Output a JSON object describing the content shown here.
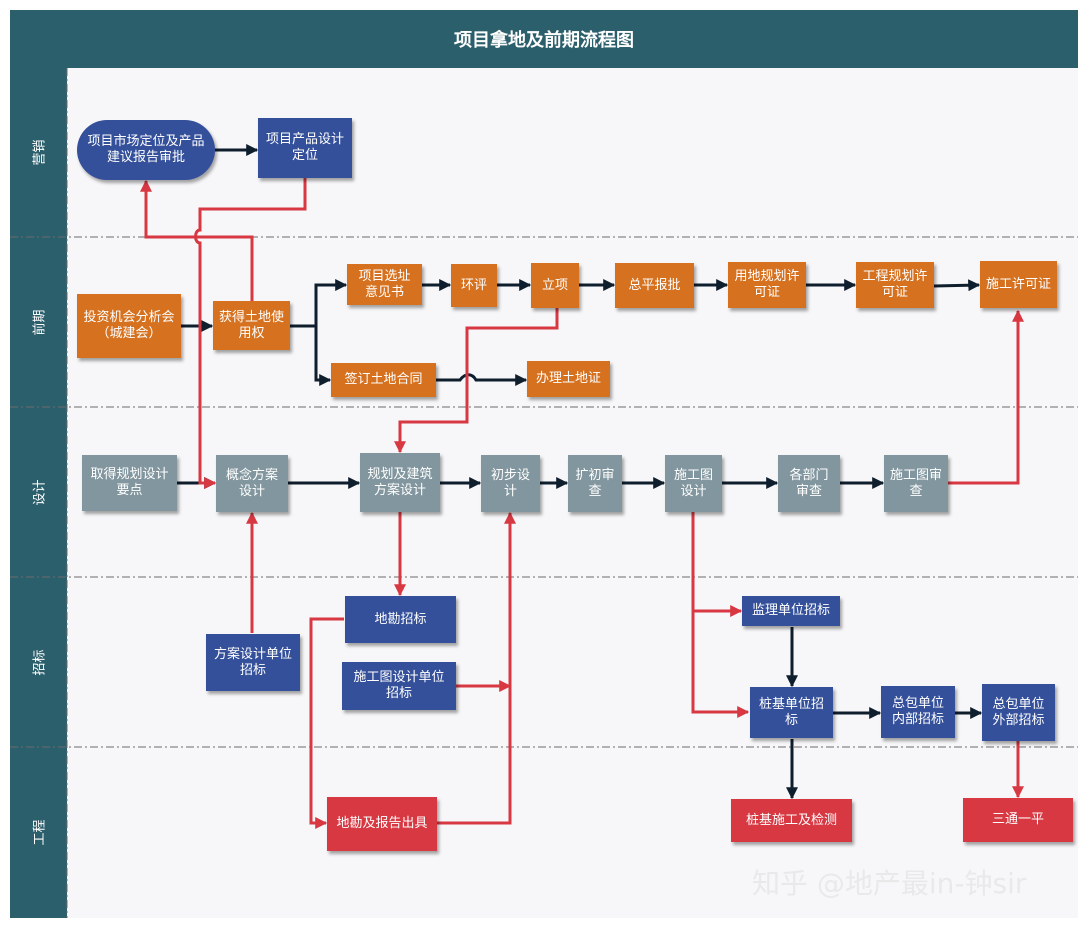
{
  "title": "项目拿地及前期流程图",
  "lanes": [
    "营销",
    "前期",
    "设计",
    "招标",
    "工程"
  ],
  "nodes": {
    "market_review": "项目市场定位及产品建议报告审批",
    "product_design": "项目产品设计定位",
    "invest_analysis": "投资机会分析会（城建会）",
    "land_right": "获得土地使用权",
    "site_opinion": "项目选址意见书",
    "env_assess": "环评",
    "project_approval": "立项",
    "master_plan": "总平报批",
    "land_permit": "用地规划许可证",
    "eng_permit": "工程规划许可证",
    "construct_permit": "施工许可证",
    "land_contract": "签订土地合同",
    "land_cert": "办理土地证",
    "plan_points": "取得规划设计要点",
    "concept_design": "概念方案设计",
    "arch_design": "规划及建筑方案设计",
    "prelim_design": "初步设计",
    "expand_review": "扩初审查",
    "cons_drawing": "施工图设计",
    "dept_review": "各部门审查",
    "drawing_review": "施工图审查",
    "survey_tender": "地勘招标",
    "scheme_tender": "方案设计单位招标",
    "drawing_tender": "施工图设计单位招标",
    "supervise_tender": "监理单位招标",
    "pile_tender": "桩基单位招标",
    "gc_internal": "总包单位内部招标",
    "gc_external": "总包单位外部招标",
    "survey_report": "地勘及报告出具",
    "pile_work": "桩基施工及检测",
    "three_one": "三通一平"
  },
  "colors": {
    "header": "#2c5f6c",
    "blue": "#34509a",
    "orange": "#d5711f",
    "grey": "#81969e",
    "red": "#d73842",
    "dark_arrow": "#0f1e2d",
    "red_arrow": "#d73842"
  },
  "watermark": "知乎 @地产最in-钟sir"
}
